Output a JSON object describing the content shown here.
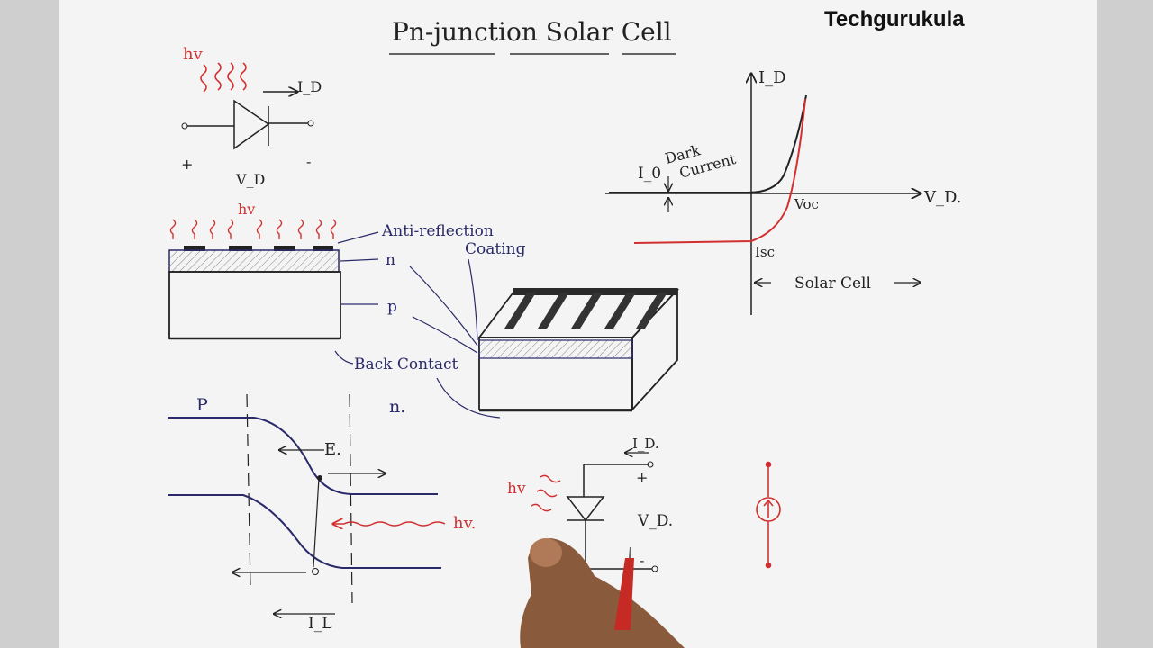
{
  "brand": "Techgurukula",
  "title": "Pn-junction Solar Cell",
  "symbol": {
    "hv": "hv",
    "current": "I_D",
    "voltage": "V_D",
    "plus": "+",
    "minus": "-"
  },
  "cross_section": {
    "hv": "hv",
    "arc_label_line1": "Anti-reflection",
    "arc_label_line2": "Coating",
    "n": "n",
    "p": "p",
    "back_contact": "Back Contact"
  },
  "iv_graph": {
    "y_axis": "I_D",
    "x_axis": "V_D.",
    "dark_current_prefix": "I_0",
    "dark_current_line1": "Dark",
    "dark_current_line2": "Current",
    "voc": "Voc",
    "isc": "Isc",
    "solar_cell": "Solar Cell"
  },
  "band": {
    "p": "P",
    "n": "n.",
    "field": "E.",
    "hv": "hv.",
    "il": "I_L"
  },
  "circuit": {
    "hv": "hv",
    "current": "I_D.",
    "voltage": "V_D.",
    "plus": "+",
    "minus": "-"
  },
  "colors": {
    "ink": "#2a2a6a",
    "red": "#d23030",
    "paper": "#f4f4f4"
  }
}
